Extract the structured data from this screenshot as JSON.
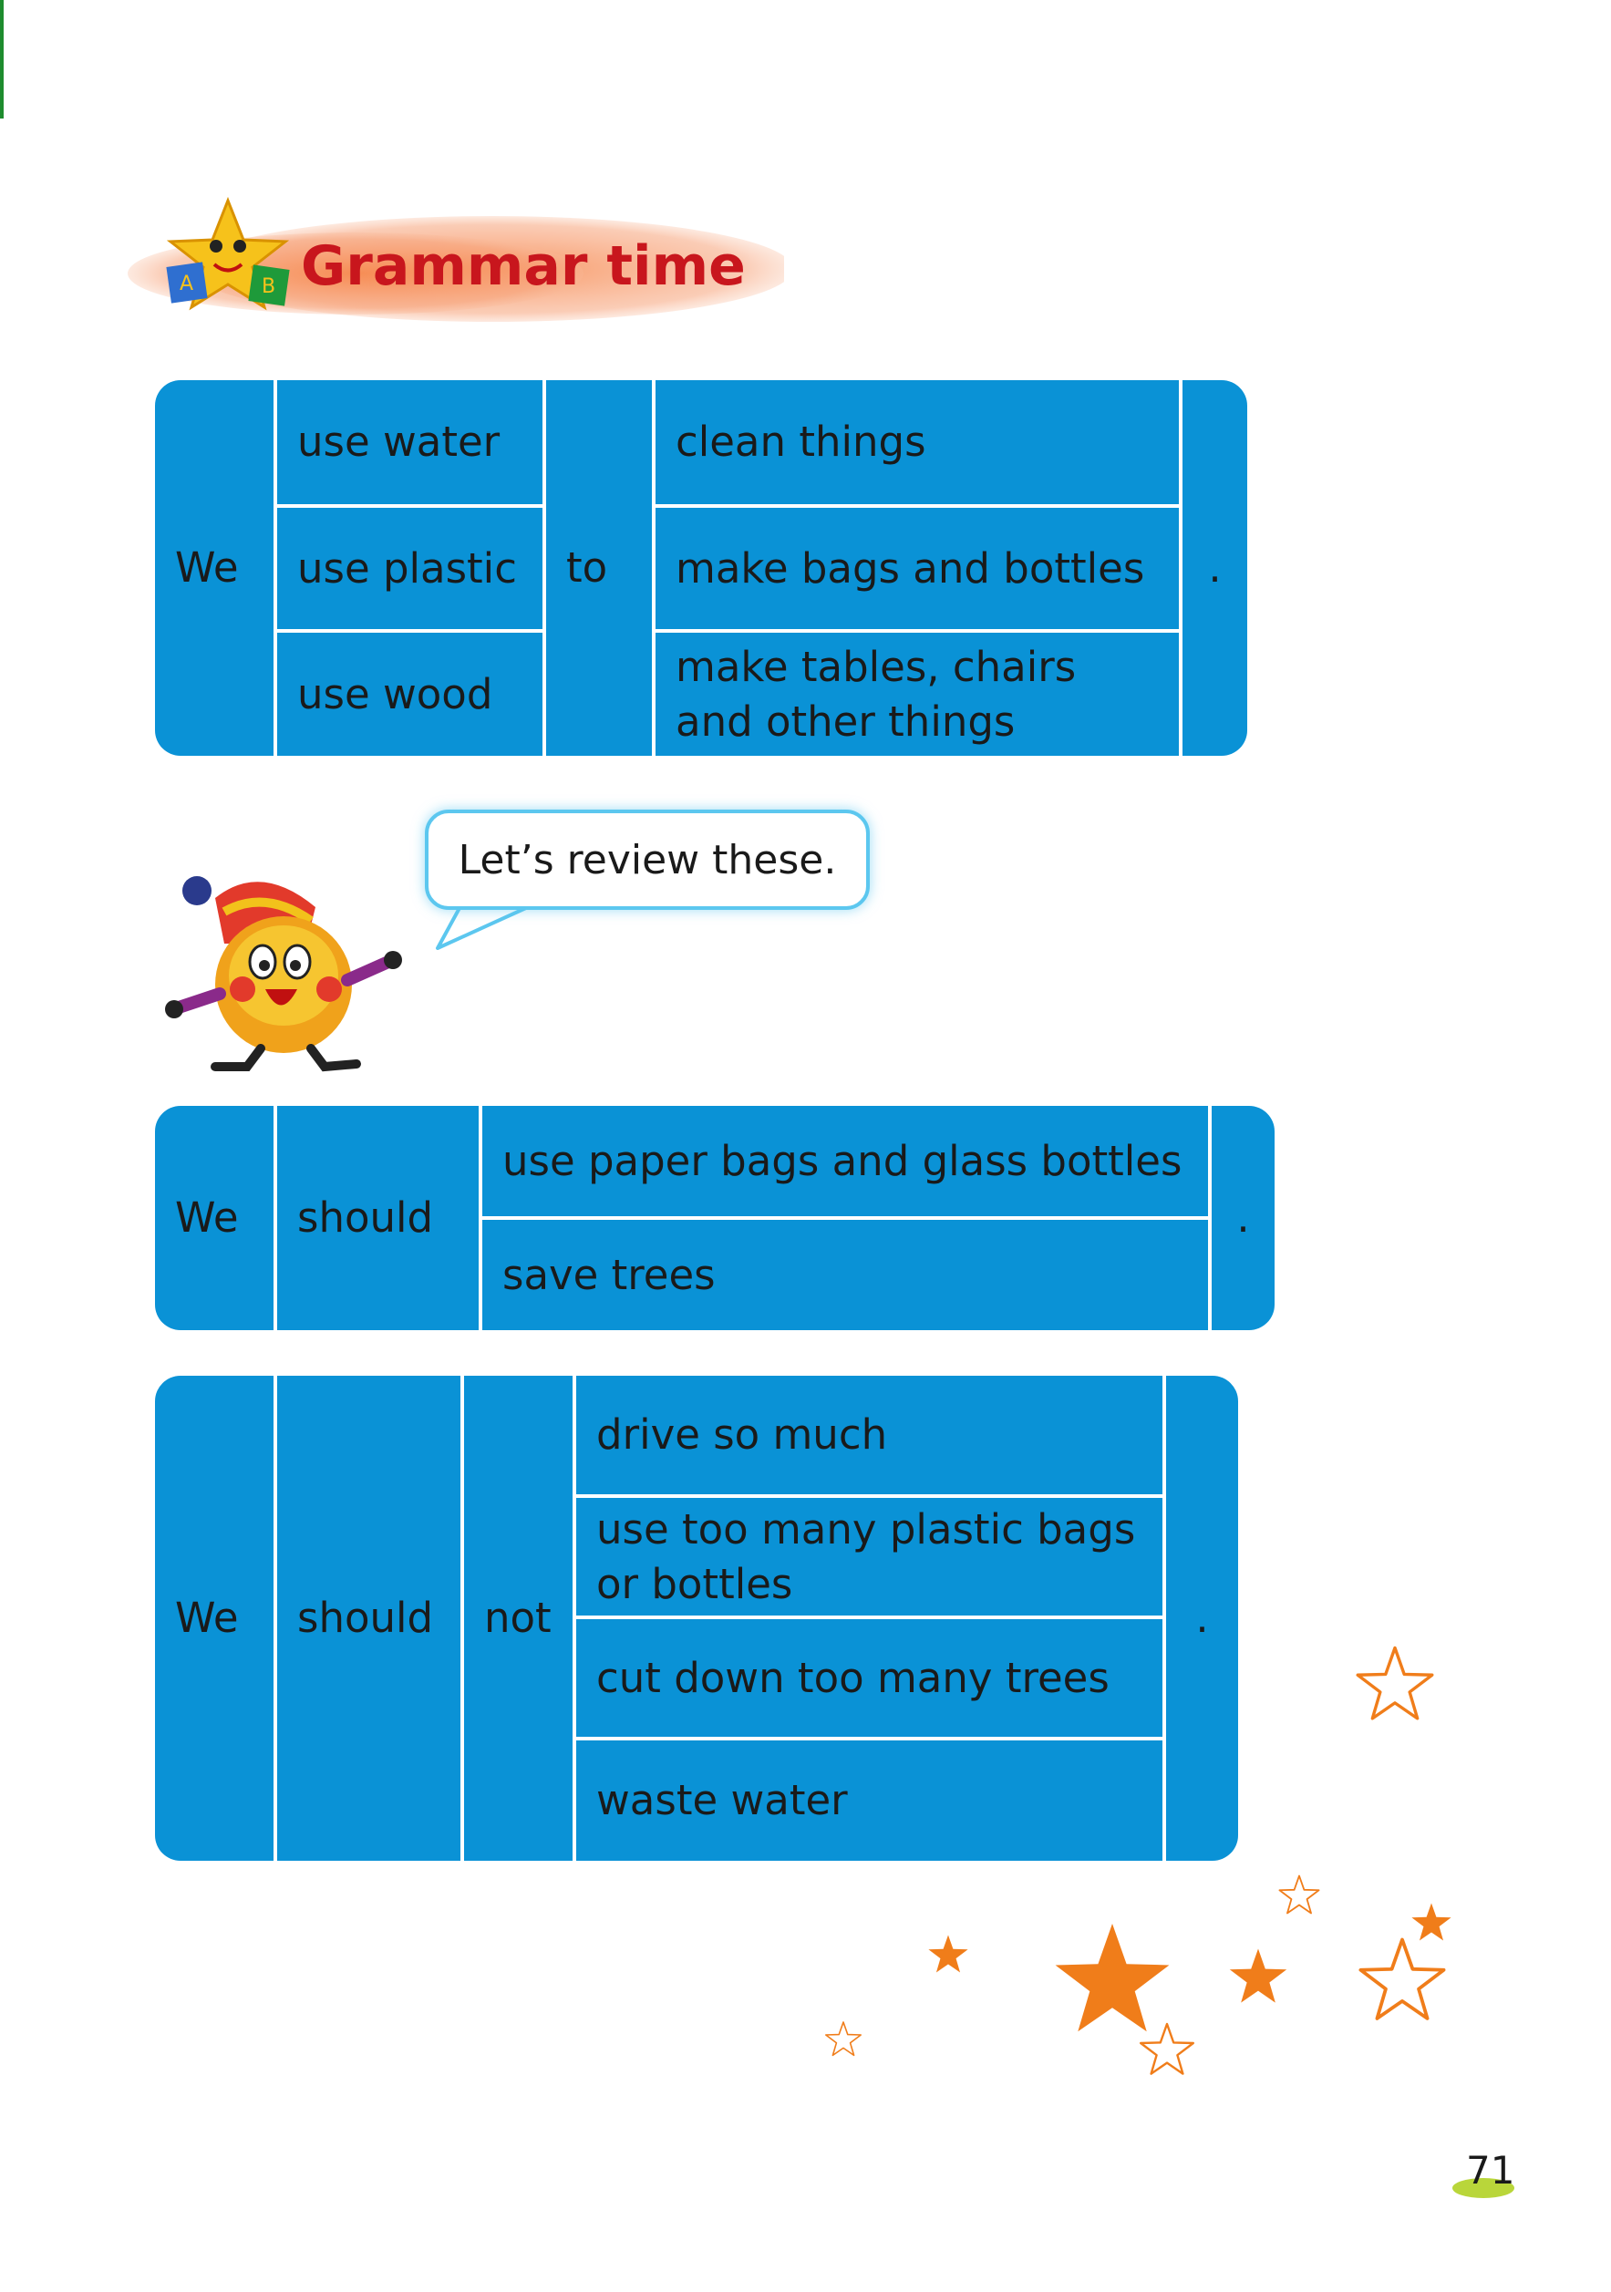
{
  "header": {
    "title": "Grammar time"
  },
  "table1": {
    "subject": "We",
    "verbs": [
      "use water",
      "use plastic",
      "use wood"
    ],
    "connector": "to",
    "purposes": [
      "clean things",
      "make bags and bottles",
      "make tables, chairs and other things"
    ],
    "end": "."
  },
  "bubble": {
    "text": "Let’s review these."
  },
  "table2": {
    "subject": "We",
    "modal": "should",
    "actions": [
      "use paper bags and glass bottles",
      "save trees"
    ],
    "end": "."
  },
  "table3": {
    "subject": "We",
    "modal": "should",
    "negation": "not",
    "actions": [
      "drive so much",
      "use too many plastic bags or bottles",
      "cut down too many trees",
      "waste water"
    ],
    "end": "."
  },
  "page": {
    "number": "71"
  },
  "colors": {
    "table_blue": "#0a92d6",
    "title_red": "#c8161d",
    "star_orange": "#f07d1a"
  }
}
